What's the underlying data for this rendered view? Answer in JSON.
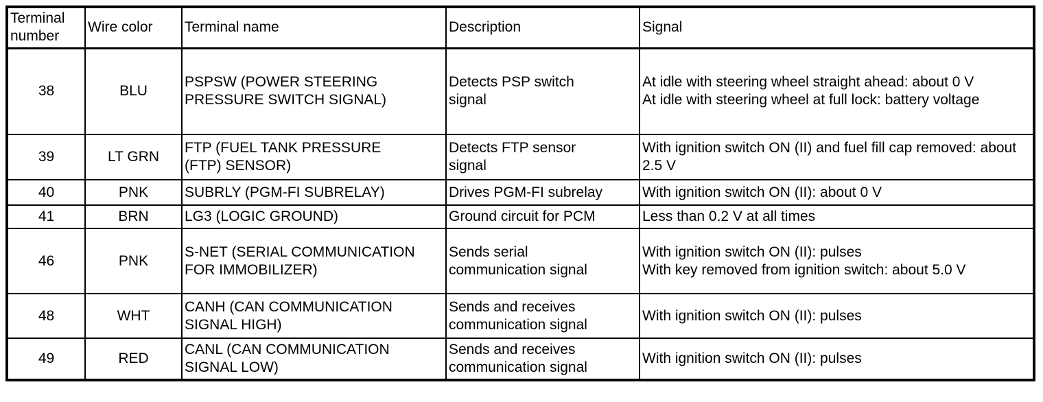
{
  "table": {
    "columns": [
      {
        "label": "Terminal number"
      },
      {
        "label": "Wire color"
      },
      {
        "label": "Terminal name"
      },
      {
        "label": "Description"
      },
      {
        "label": "Signal"
      }
    ],
    "rows": [
      {
        "terminal_number": "38",
        "wire_color": "BLU",
        "terminal_name": "PSPSW (POWER STEERING PRESSURE SWITCH SIGNAL)",
        "description": "Detects PSP switch signal",
        "signal_lines": [
          "At idle with steering wheel straight ahead: about 0 V",
          "At idle with steering wheel at full lock: battery voltage"
        ]
      },
      {
        "terminal_number": "39",
        "wire_color": "LT GRN",
        "terminal_name": "FTP (FUEL TANK PRESSURE (FTP) SENSOR)",
        "description": "Detects FTP sensor signal",
        "signal_lines": [
          "With ignition switch ON (II) and fuel fill cap removed: about 2.5 V"
        ]
      },
      {
        "terminal_number": "40",
        "wire_color": "PNK",
        "terminal_name": "SUBRLY (PGM-FI SUBRELAY)",
        "description": "Drives PGM-FI subrelay",
        "signal_lines": [
          "With ignition switch ON (II): about 0 V"
        ]
      },
      {
        "terminal_number": "41",
        "wire_color": "BRN",
        "terminal_name": "LG3 (LOGIC GROUND)",
        "description": "Ground circuit for PCM",
        "signal_lines": [
          "Less than 0.2 V at all times"
        ]
      },
      {
        "terminal_number": "46",
        "wire_color": "PNK",
        "terminal_name": "S-NET (SERIAL COMMUNICATION FOR IMMOBILIZER)",
        "description": "Sends serial communication signal",
        "signal_lines": [
          "With ignition switch ON (II): pulses",
          "With key removed from ignition switch: about 5.0 V"
        ]
      },
      {
        "terminal_number": "48",
        "wire_color": "WHT",
        "terminal_name": "CANH (CAN COMMUNICATION SIGNAL HIGH)",
        "description": "Sends and receives communication signal",
        "signal_lines": [
          "With ignition switch ON (II): pulses"
        ]
      },
      {
        "terminal_number": "49",
        "wire_color": "RED",
        "terminal_name": "CANL (CAN COMMUNICATION SIGNAL LOW)",
        "description": "Sends and receives communication signal",
        "signal_lines": [
          "With ignition switch ON (II): pulses"
        ]
      }
    ]
  }
}
